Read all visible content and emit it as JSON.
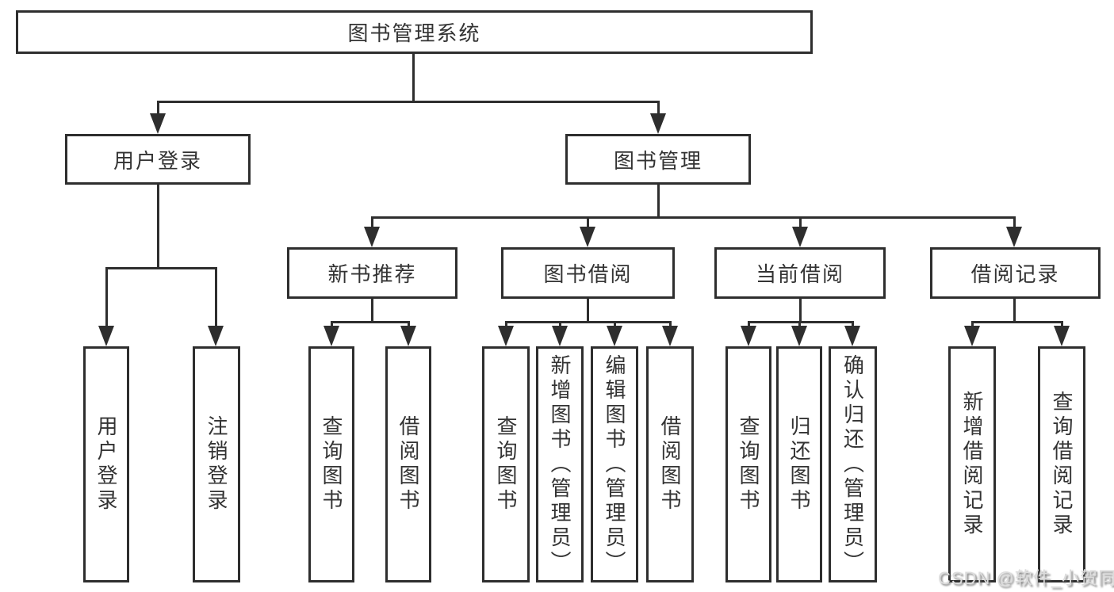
{
  "diagram": {
    "root": "图书管理系统",
    "branches": [
      {
        "label": "用户登录",
        "children": [
          "用户登录",
          "注销登录"
        ]
      },
      {
        "label": "图书管理",
        "sections": [
          {
            "label": "新书推荐",
            "children": [
              "查询图书",
              "借阅图书"
            ]
          },
          {
            "label": "图书借阅",
            "children": [
              "查询图书",
              "新增图书（管理员）",
              "编辑图书（管理员）",
              "借阅图书"
            ]
          },
          {
            "label": "当前借阅",
            "children": [
              "查询图书",
              "归还图书",
              "确认归还（管理员）"
            ]
          },
          {
            "label": "借阅记录",
            "children": [
              "新增借阅记录",
              "查询借阅记录"
            ]
          }
        ]
      }
    ],
    "colors": {
      "line": "#2e2e2e",
      "text": "#333333",
      "background": "#ffffff"
    }
  },
  "watermark": {
    "text": "CSDN @软件_小贺同学"
  }
}
